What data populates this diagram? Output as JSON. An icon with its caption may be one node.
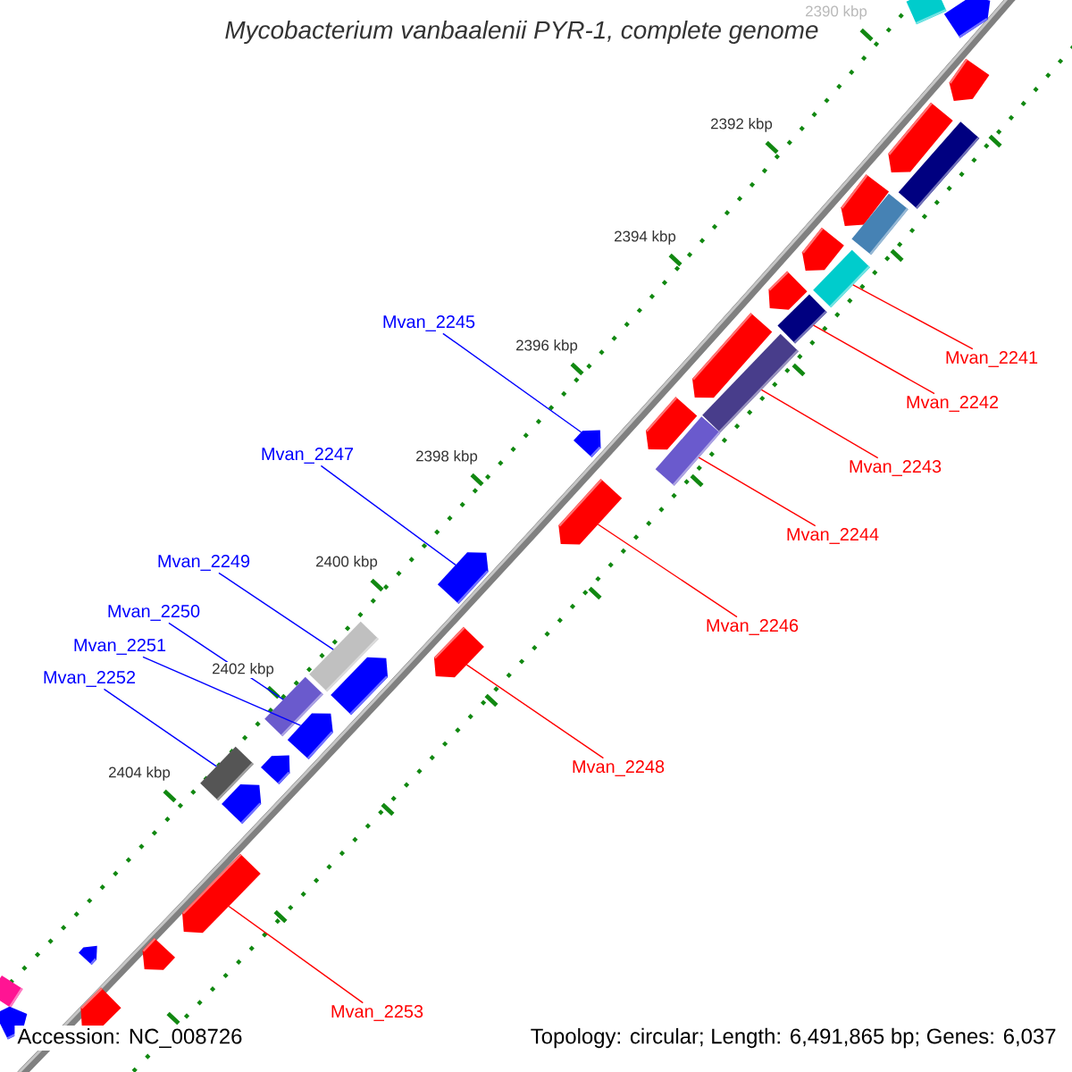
{
  "diagram": {
    "title": "Mycobacterium vanbaalenii PYR-1, complete genome",
    "nodes": [
      {
        "text": [
          "Mvan_2241"
        ]
      },
      {
        "text": [
          "Mvan_2242"
        ]
      },
      {
        "text": [
          "Mvan_2243"
        ]
      },
      {
        "text": [
          "Mvan_2244"
        ]
      },
      {
        "text": [
          "Mvan_2245"
        ]
      },
      {
        "text": [
          "Mvan_2246"
        ]
      },
      {
        "text": [
          "Mvan_2247"
        ]
      },
      {
        "text": [
          "Mvan_2248"
        ]
      },
      {
        "text": [
          "Mvan_2249"
        ]
      },
      {
        "text": [
          "Mvan_2250"
        ]
      },
      {
        "text": [
          "Mvan_2251"
        ]
      },
      {
        "text": [
          "Mvan_2252"
        ]
      },
      {
        "text": [
          "Mvan_2253"
        ]
      },
      {
        "text": [],
        "shape": "bar"
      },
      {
        "text": [],
        "shape": "pentagon"
      },
      {
        "text": [],
        "shape": "pentagon"
      },
      {
        "text": [],
        "shape": "pentagon"
      },
      {
        "text": [],
        "shape": "bar"
      },
      {
        "text": [],
        "shape": "pentagon"
      },
      {
        "text": [],
        "shape": "bar"
      },
      {
        "text": [],
        "shape": "pentagon"
      },
      {
        "text": [],
        "shape": "bar"
      },
      {
        "text": [],
        "shape": "pentagon"
      },
      {
        "text": [],
        "shape": "bar"
      },
      {
        "text": [],
        "shape": "pentagon"
      },
      {
        "text": [],
        "shape": "bar"
      },
      {
        "text": [],
        "shape": "pentagon"
      },
      {
        "text": [],
        "shape": "bar"
      },
      {
        "text": [],
        "shape": "pentagon"
      },
      {
        "text": [],
        "shape": "pentagon"
      },
      {
        "text": [],
        "shape": "pentagon"
      },
      {
        "text": [],
        "shape": "bar"
      },
      {
        "text": [],
        "shape": "pentagon"
      },
      {
        "text": [],
        "shape": "pentagon"
      },
      {
        "text": [],
        "shape": "bar"
      },
      {
        "text": [],
        "shape": "pentagon"
      },
      {
        "text": [],
        "shape": "pentagon"
      },
      {
        "text": [],
        "shape": "bar"
      },
      {
        "text": [],
        "shape": "pentagon"
      },
      {
        "text": [],
        "shape": "pentagon"
      },
      {
        "text": [],
        "shape": "pentagon"
      },
      {
        "text": [],
        "shape": "pentagon"
      },
      {
        "text": [],
        "shape": "bar"
      },
      {
        "text": [],
        "shape": "pentagon"
      },
      {
        "text": [],
        "shape": "pentagon"
      }
    ],
    "edges": [
      {
        "from": 0,
        "to": 21,
        "arrow": "none"
      },
      {
        "from": 1,
        "to": 23,
        "arrow": "none"
      },
      {
        "from": 2,
        "to": 25,
        "arrow": "none"
      },
      {
        "from": 3,
        "to": 27,
        "arrow": "none"
      },
      {
        "from": 4,
        "to": 28,
        "arrow": "none",
        "color": "#0000ff"
      },
      {
        "from": 5,
        "to": 29,
        "arrow": "none"
      },
      {
        "from": 6,
        "to": 30,
        "arrow": "none",
        "color": "#0000ff"
      },
      {
        "from": 7,
        "to": 32,
        "arrow": "none"
      },
      {
        "from": 8,
        "to": 31,
        "arrow": "none",
        "color": "#0000ff"
      },
      {
        "from": 9,
        "to": 34,
        "arrow": "none",
        "color": "#0000ff"
      },
      {
        "from": 10,
        "to": 35,
        "arrow": "none",
        "color": "#0000ff"
      },
      {
        "from": 11,
        "to": 37,
        "arrow": "none",
        "color": "#0000ff"
      },
      {
        "from": 12,
        "to": 39,
        "arrow": "none"
      }
    ],
    "labels": [
      "2390 kbp",
      "2392 kbp",
      "2394 kbp",
      "2396 kbp",
      "2398 kbp",
      "2400 kbp",
      "2402 kbp",
      "2404 kbp",
      "Accession: NC_008726",
      "Topology: circular; Length: 6,491,865 bp; Genes: 6,037"
    ]
  }
}
